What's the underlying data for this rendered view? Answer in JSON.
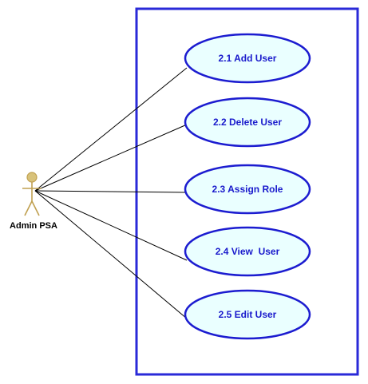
{
  "colors": {
    "boundary": "#2a2ad8",
    "usecase_fill": "#eaffff",
    "usecase_stroke": "#1c1cd0",
    "usecase_text": "#1a1acc",
    "association": "#000000",
    "actor_body": "#c0a050",
    "actor_head": "#d8c27a",
    "actor_label": "#000000"
  },
  "actor": {
    "name": "Admin PSA",
    "icon": "stick-figure-actor-icon"
  },
  "use_cases": [
    {
      "label": "2.1 Add User"
    },
    {
      "label": "2.2 Delete User"
    },
    {
      "label": "2.3 Assign Role"
    },
    {
      "label": "2.4 View  User"
    },
    {
      "label": "2.5 Edit User"
    }
  ]
}
